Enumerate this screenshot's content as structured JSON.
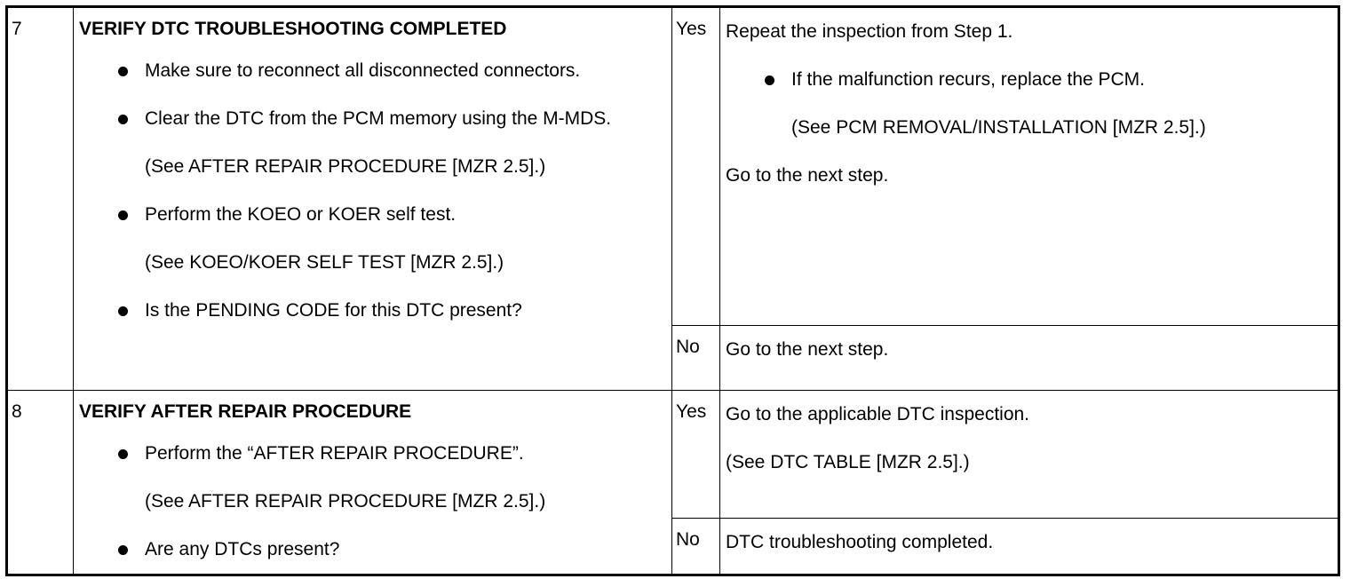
{
  "steps": [
    {
      "number": "7",
      "title": "VERIFY DTC TROUBLESHOOTING COMPLETED",
      "items": [
        {
          "type": "bullet",
          "text": "Make sure to reconnect all disconnected connectors."
        },
        {
          "type": "bullet",
          "text": "Clear the DTC from the PCM memory using the M-MDS."
        },
        {
          "type": "note",
          "text": "(See AFTER REPAIR PROCEDURE [MZR 2.5].)"
        },
        {
          "type": "bullet",
          "text": "Perform the KOEO or KOER self test."
        },
        {
          "type": "note",
          "text": "(See KOEO/KOER SELF TEST [MZR 2.5].)"
        },
        {
          "type": "bullet",
          "text": "Is the PENDING CODE for this DTC present?"
        }
      ],
      "yes": {
        "label": "Yes",
        "line1": "Repeat the inspection from Step 1.",
        "bullet": "If the malfunction recurs, replace the PCM.",
        "note": "(See PCM REMOVAL/INSTALLATION [MZR 2.5].)",
        "line2": "Go to the next step."
      },
      "no": {
        "label": "No",
        "line1": "Go to the next step."
      }
    },
    {
      "number": "8",
      "title": "VERIFY AFTER REPAIR PROCEDURE",
      "items": [
        {
          "type": "bullet",
          "text": "Perform the “AFTER REPAIR PROCEDURE”."
        },
        {
          "type": "note",
          "text": "(See AFTER REPAIR PROCEDURE [MZR 2.5].)"
        },
        {
          "type": "bullet",
          "text": "Are any DTCs present?"
        }
      ],
      "yes": {
        "label": "Yes",
        "line1": "Go to the applicable DTC inspection.",
        "line2": "(See DTC TABLE [MZR 2.5].)"
      },
      "no": {
        "label": "No",
        "line1": "DTC troubleshooting completed."
      }
    }
  ]
}
